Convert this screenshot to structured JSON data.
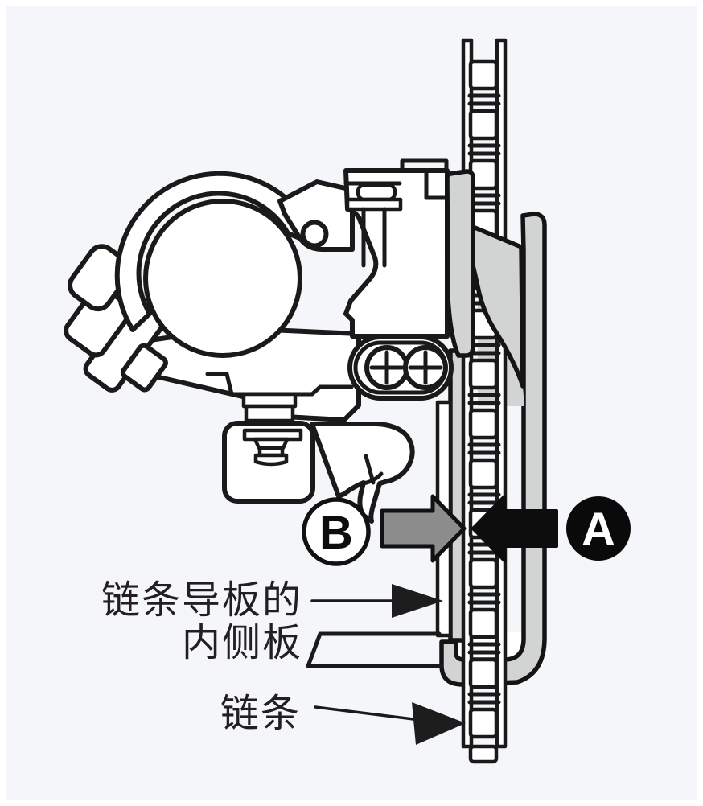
{
  "colors": {
    "background": "#f4f6fa",
    "line": "#1a1a1a",
    "cage_gray": "#d2d4d3",
    "arrow_b_gray": "#8c8c8c",
    "arrow_a_black": "#0d0d0d",
    "label_text": "#231f20",
    "badge_a_bg": "#0a0a0a",
    "badge_a_fg": "#ffffff",
    "badge_b_bg": "#ffffff",
    "badge_b_fg": "#0d0d0d"
  },
  "badges": {
    "a": {
      "label": "A"
    },
    "b": {
      "label": "B"
    }
  },
  "labels": {
    "chain_guide_plate_line1": "链条导板的",
    "chain_guide_plate_line2": "内侧板",
    "chain": "链条"
  }
}
